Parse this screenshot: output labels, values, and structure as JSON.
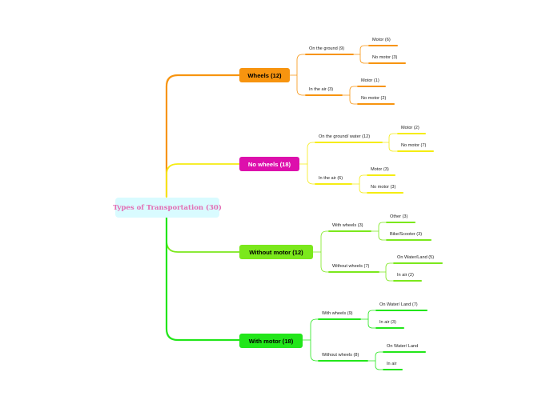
{
  "root": {
    "label": "Types of Transportation (30)"
  },
  "colors": {
    "root_bg": "#d9fbff",
    "root_text": "#e26db4",
    "wheels": "#f7940f",
    "no_wheels": "#dd0fac",
    "no_wheels_branch": "#f5ec12",
    "without_motor": "#7be81c",
    "with_motor": "#22e61a"
  },
  "branches": [
    {
      "label": "Wheels (12)",
      "children": [
        {
          "label": "On the ground (9)",
          "children": [
            {
              "label": "Motor (6)"
            },
            {
              "label": "No motor (3)"
            }
          ]
        },
        {
          "label": "In the air (3)",
          "children": [
            {
              "label": "Motor (1)"
            },
            {
              "label": "No motor (2)"
            }
          ]
        }
      ]
    },
    {
      "label": "No wheels (18)",
      "children": [
        {
          "label": "On the ground/ water (12)",
          "children": [
            {
              "label": "Motor (2)"
            },
            {
              "label": "No motor (7)"
            }
          ]
        },
        {
          "label": "In the air (6)",
          "children": [
            {
              "label": "Motor (3)"
            },
            {
              "label": "No motor (3)"
            }
          ]
        }
      ]
    },
    {
      "label": "Without motor (12)",
      "children": [
        {
          "label": "With wheels (3)",
          "children": [
            {
              "label": "Other (3)"
            },
            {
              "label": "Bike/Scooter (3)"
            }
          ]
        },
        {
          "label": "Without wheels (7)",
          "children": [
            {
              "label": "On Water/Land (5)"
            },
            {
              "label": "In air (2)"
            }
          ]
        }
      ]
    },
    {
      "label": "With motor (18)",
      "children": [
        {
          "label": "With wheels (9)",
          "children": [
            {
              "label": "On Water/ Land (7)"
            },
            {
              "label": "In air (3)"
            }
          ]
        },
        {
          "label": "Without wheels (8)",
          "children": [
            {
              "label": "On Water/ Land"
            },
            {
              "label": "In air"
            }
          ]
        }
      ]
    }
  ]
}
